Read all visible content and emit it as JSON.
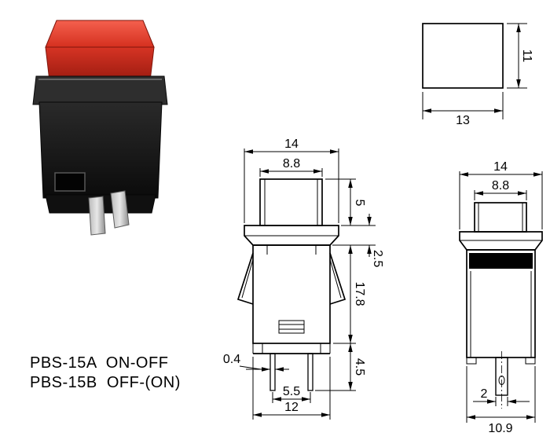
{
  "title": {
    "line1": "PBS-15A  ON-OFF",
    "line2": "PBS-15B  OFF-(ON)"
  },
  "top_view": {
    "height_mm": "11",
    "width_mm": "13"
  },
  "front_view": {
    "overall_width_mm": "14",
    "button_width_mm": "8.8",
    "button_height_mm": "5",
    "flange_height_mm": "2.5",
    "body_height_mm": "17.8",
    "pin_length_mm": "4.5",
    "pin_thickness_mm": "0.4",
    "pin_spacing_mm": "5.5",
    "base_width_mm": "12"
  },
  "side_view": {
    "overall_width_mm": "14",
    "button_width_mm": "8.8",
    "pin_width_mm": "2",
    "base_width_mm": "10.9"
  },
  "colors": {
    "cap_red": "#d53222",
    "body_black": "#161616",
    "line": "#000000",
    "background": "#ffffff"
  }
}
